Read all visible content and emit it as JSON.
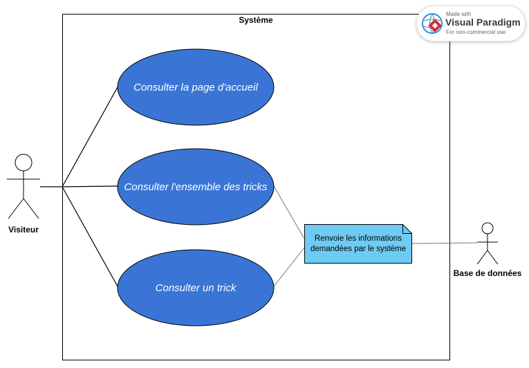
{
  "system": {
    "title": "Système"
  },
  "actors": {
    "visitor": {
      "label": "Visiteur"
    },
    "database": {
      "label": "Base de données"
    }
  },
  "use_cases": [
    {
      "label": "Consulter la page d'accueil"
    },
    {
      "label": "Consulter l'ensemble des tricks"
    },
    {
      "label": "Consulter un trick"
    }
  ],
  "note": {
    "line1": "Renvoie les informations",
    "line2": "demandées par le système"
  },
  "watermark": {
    "line1": "Made with",
    "brand": "Visual Paradigm",
    "line2": "For non-commercial use"
  },
  "colors": {
    "use_case_fill": "#3a75d6",
    "note_fill": "#6ecbf3",
    "logo_red": "#d0303b",
    "logo_blue": "#3c8cd0"
  }
}
